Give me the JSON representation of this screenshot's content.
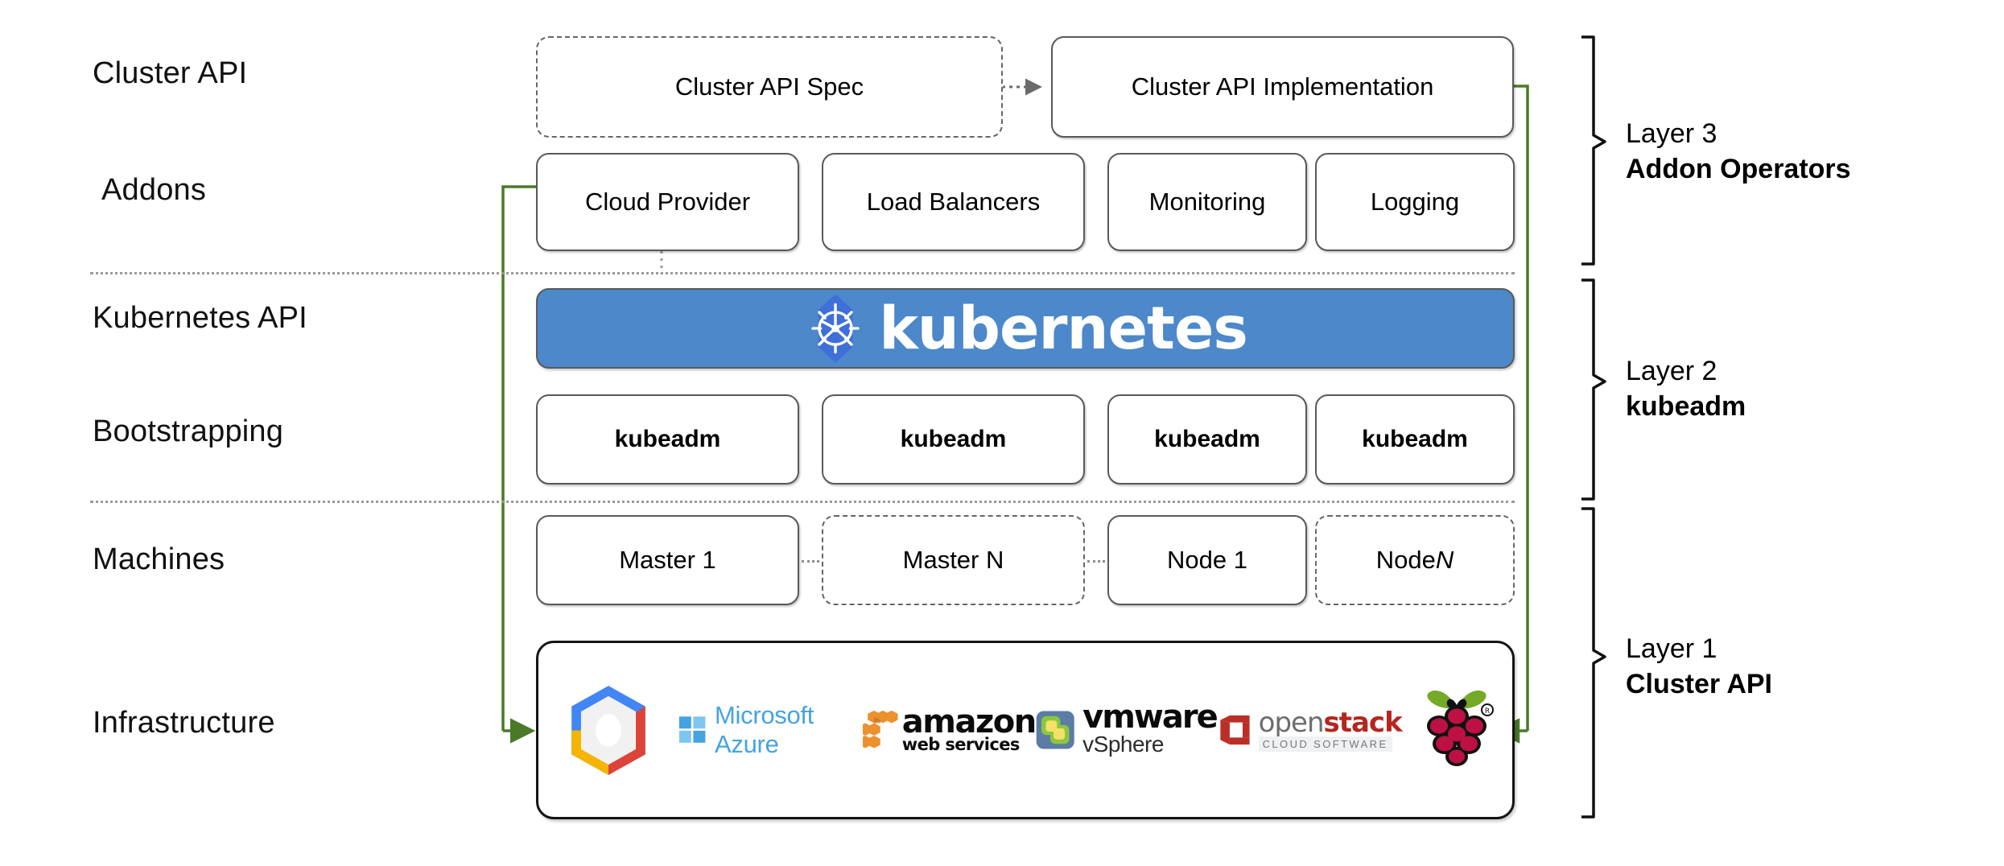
{
  "diagram": {
    "title": "Kubernetes Cluster API layered architecture",
    "accent_green": "#4a7a28",
    "k8s_blue": "#4c88ca",
    "box_border": "#595959"
  },
  "row_labels": [
    {
      "id": "cluster-api",
      "text": "Cluster API"
    },
    {
      "id": "addons",
      "text": "Addons"
    },
    {
      "id": "kubernetes-api",
      "text": "Kubernetes API"
    },
    {
      "id": "bootstrapping",
      "text": "Bootstrapping"
    },
    {
      "id": "machines",
      "text": "Machines"
    },
    {
      "id": "infrastructure",
      "text": "Infrastructure"
    }
  ],
  "cluster_api_row": {
    "spec": {
      "label": "Cluster API Spec",
      "style": "dashed"
    },
    "implementation": {
      "label": "Cluster API Implementation",
      "style": "solid"
    },
    "connector": "dotted-arrow-right"
  },
  "addons_row": [
    {
      "label": "Cloud Provider"
    },
    {
      "label": "Load Balancers"
    },
    {
      "label": "Monitoring"
    },
    {
      "label": "Logging"
    }
  ],
  "kubernetes_banner": {
    "wordmark": "kubernetes",
    "logo_name": "kubernetes-helm-wheel-logo",
    "background": "#4c88ca"
  },
  "bootstrapping_row": [
    {
      "label": "kubeadm"
    },
    {
      "label": "kubeadm"
    },
    {
      "label": "kubeadm"
    },
    {
      "label": "kubeadm"
    }
  ],
  "machines_row": [
    {
      "label": "Master 1",
      "style": "solid"
    },
    {
      "label": "Master N",
      "style": "dashed"
    },
    {
      "label": "Node 1",
      "style": "solid"
    },
    {
      "label_prefix": "Node ",
      "label_italic": "N",
      "style": "dashed"
    }
  ],
  "infrastructure_row": {
    "providers": [
      {
        "name": "google-cloud-platform-logo",
        "label": ""
      },
      {
        "name": "microsoft-azure-logo",
        "label": "Microsoft Azure"
      },
      {
        "name": "amazon-web-services-logo",
        "label": "amazon",
        "sublabel": "web services"
      },
      {
        "name": "vmware-vsphere-logo",
        "label": "vmware",
        "sublabel": "vSphere"
      },
      {
        "name": "openstack-logo",
        "label_a": "open",
        "label_b": "stack",
        "sublabel": "CLOUD SOFTWARE"
      },
      {
        "name": "raspberry-pi-logo",
        "label": ""
      }
    ]
  },
  "layers": [
    {
      "id": "layer-3",
      "line1": "Layer 3",
      "line2": "Addon Operators"
    },
    {
      "id": "layer-2",
      "line1": "Layer 2",
      "line2": "kubeadm"
    },
    {
      "id": "layer-1",
      "line1": "Layer 1",
      "line2": "Cluster API"
    }
  ]
}
